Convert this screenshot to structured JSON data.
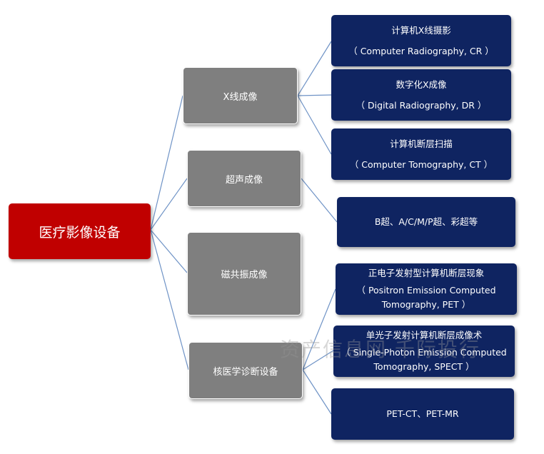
{
  "root": {
    "label": "医疗影像设备"
  },
  "categories": [
    {
      "label": "X线成像"
    },
    {
      "label": "超声成像"
    },
    {
      "label": "磁共振成像"
    },
    {
      "label": "核医学诊断设备"
    }
  ],
  "leaves": [
    {
      "line1": "计算机X线摄影",
      "line2": "（ Computer Radiography, CR ）"
    },
    {
      "line1": "数字化X成像",
      "line2": "（ Digital Radiography, DR ）"
    },
    {
      "line1": "计算机断层扫描",
      "line2": "（ Computer Tomography, CT ）"
    },
    {
      "line1": "B超、A/C/M/P超、彩超等"
    },
    {
      "line1": "正电子发射型计算机断层现象",
      "line2": "（ Positron Emission Computed",
      "line3": "Tomography, PET ）"
    },
    {
      "line1": "单光子发射计算机断层成像术",
      "line2": "（ Single-Photon Emission Computed",
      "line3": "Tomography, SPECT ）"
    },
    {
      "line1": "PET-CT、PET-MR"
    }
  ],
  "watermark": {
    "text": "资产信息网 千际投行"
  },
  "colors": {
    "root": "#c00000",
    "category": "#7f7f7f",
    "leaf": "#0f2461",
    "connector": "#6f93c6"
  }
}
